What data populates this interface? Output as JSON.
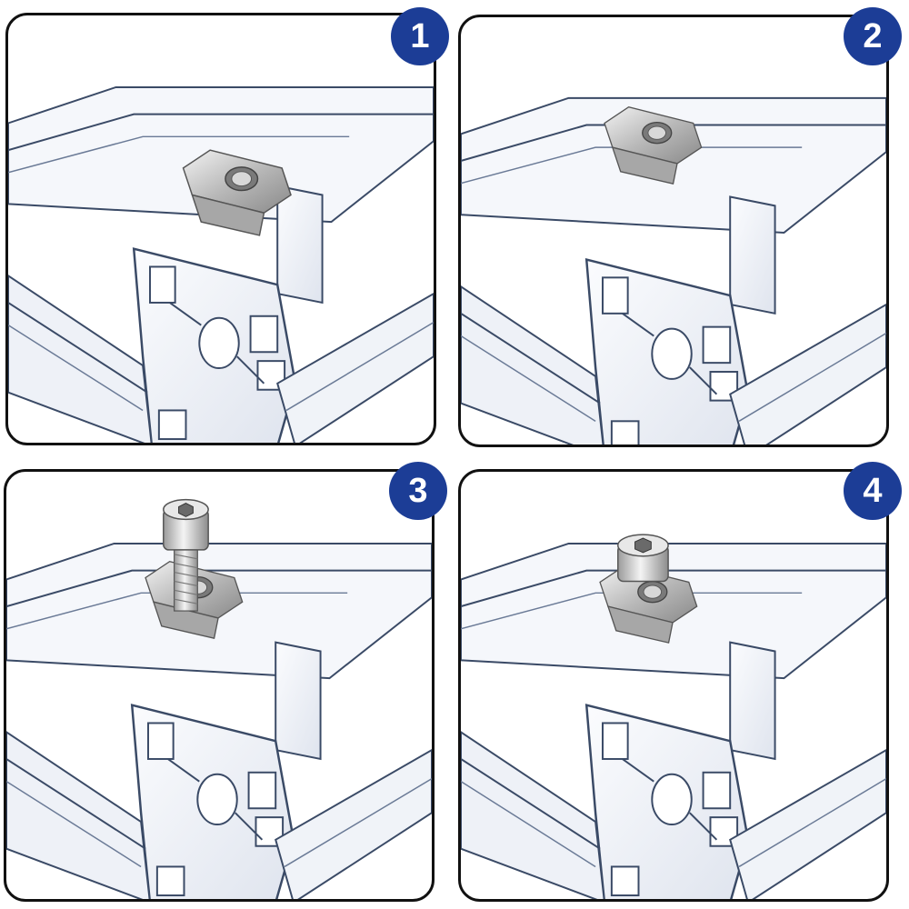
{
  "steps": [
    {
      "number": "1",
      "state": "nut-inserting"
    },
    {
      "number": "2",
      "state": "nut-in-slot"
    },
    {
      "number": "3",
      "state": "bolt-inserting"
    },
    {
      "number": "4",
      "state": "bolt-tightened"
    }
  ],
  "colors": {
    "badge": "#1c3d96",
    "badge_text": "#ffffff",
    "profile_face": "#f4f6fa",
    "profile_line": "#3a4a66",
    "panel_border": "#111111",
    "nut_metal": "#c8c8c8",
    "bolt_metal": "#d0d0d0"
  }
}
